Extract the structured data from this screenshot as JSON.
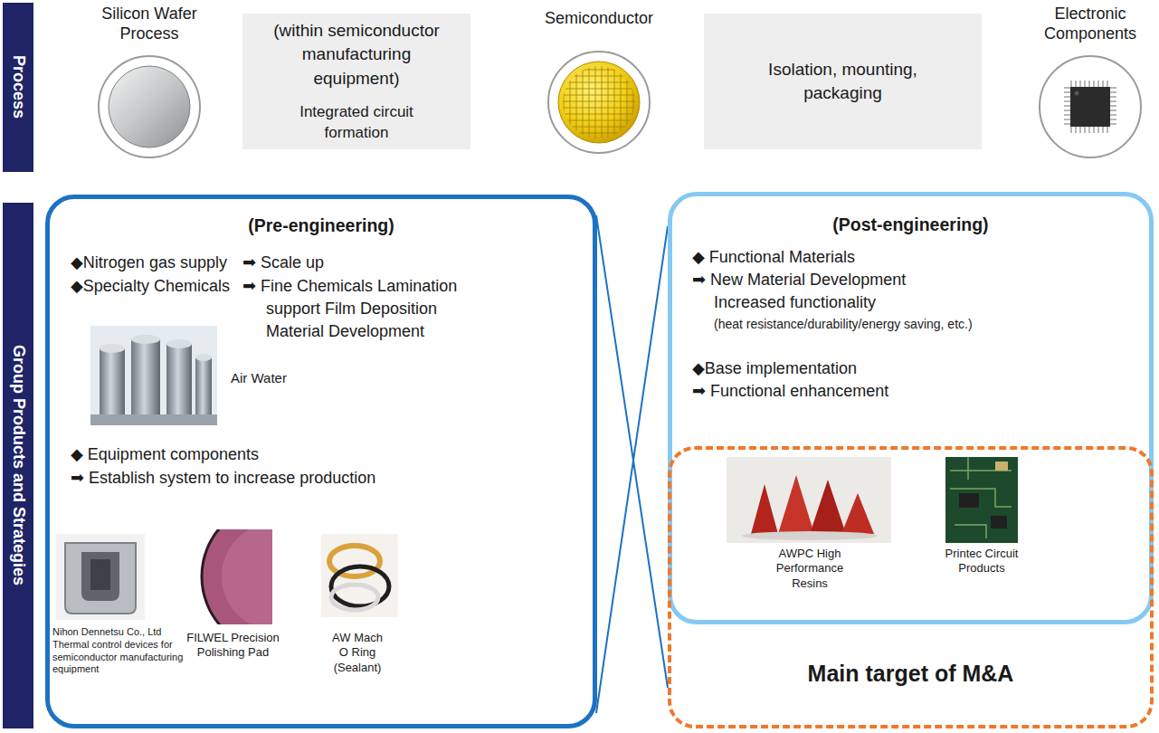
{
  "diagram": {
    "nodes": [
      {
        "text": [
          "Process"
        ]
      },
      {
        "text": [
          "(within semiconductor manufacturing equipment)",
          "Integrated circuit formation"
        ]
      },
      {
        "text": [
          "Isolation, mounting, packaging"
        ]
      },
      {
        "text": [
          "Group Products and Strategies"
        ]
      },
      {
        "text": [
          "(Pre-engineering)",
          "◆Nitrogen gas supply",
          "➡ Scale up",
          "◆Specialty Chemicals",
          "➡ Fine Chemicals Lamination support Film Deposition Material Development",
          "◆ Equipment components",
          "➡ Establish system to increase production"
        ]
      },
      {
        "text": [
          "(Post-engineering)",
          "◆ Functional Materials",
          "➡ New Material Development Increased functionality",
          "(heat resistance/durability/energy saving, etc.)",
          "◆Base implementation",
          "➡ Functional enhancement"
        ]
      },
      {
        "text": [
          "Main target of M&A"
        ]
      }
    ],
    "labels": [
      "Silicon Wafer Process",
      "Semiconductor",
      "Electronic Components",
      "Air Water",
      "Nihon Dennetsu Co., Ltd Thermal control devices for semiconductor manufacturing equipment",
      "FILWEL Precision Polishing Pad",
      "AW Mach O Ring (Sealant)",
      "AWPC High Performance Resins",
      "Printec Circuit Products"
    ]
  }
}
